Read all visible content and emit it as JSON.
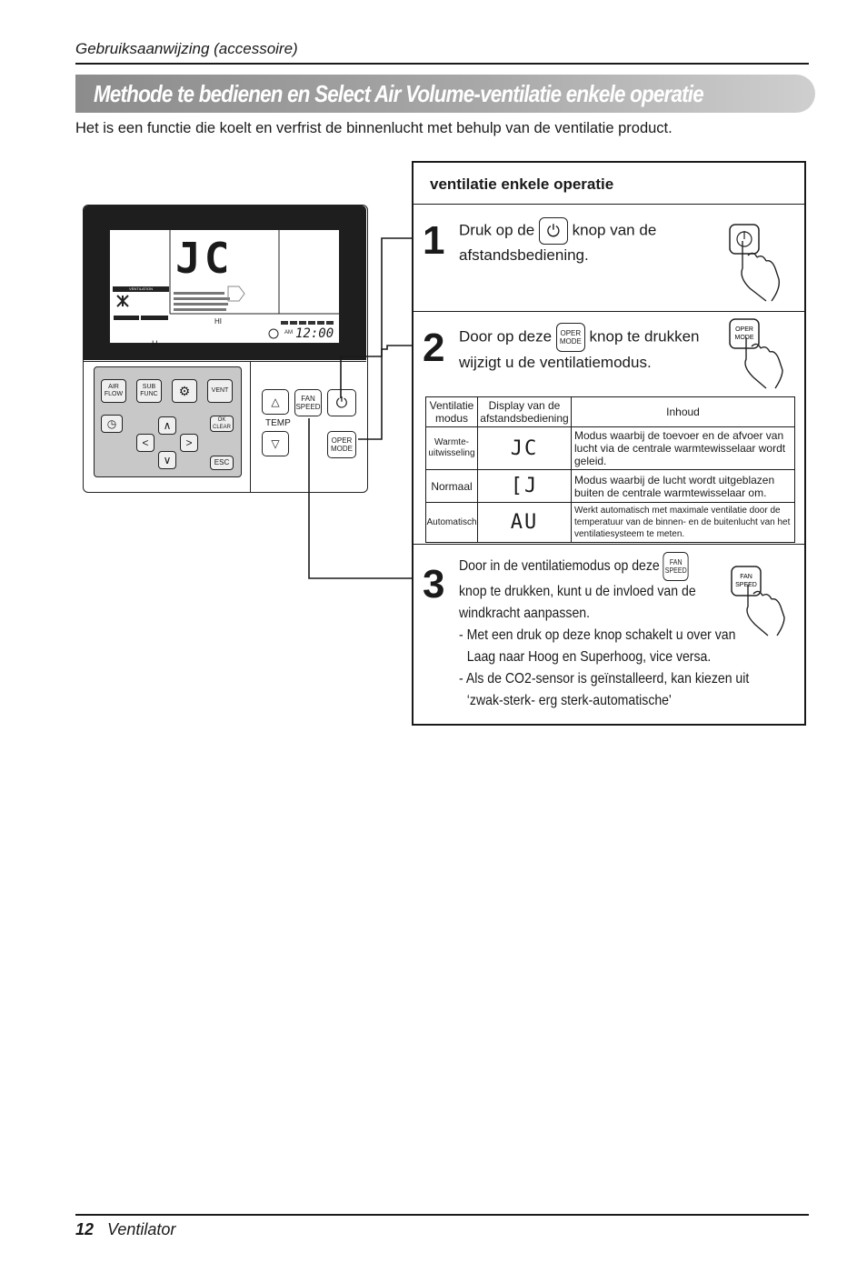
{
  "header": {
    "running_title": "Gebruiksaanwijzing (accessoire)"
  },
  "section": {
    "title": "Methode te bedienen en Select Air Volume-ventilatie enkele operatie",
    "intro": "Het is een functie die koelt en verfrist de binnenlucht met behulp van de ventilatie product."
  },
  "panel": {
    "heading": "ventilatie enkele operatie",
    "steps": [
      {
        "number": "1",
        "text_before": "Druk op de",
        "text_after": "knop van de",
        "text_line2": "afstandsbediening."
      },
      {
        "number": "2",
        "text_before": "Door op deze",
        "text_after": "knop te drukken",
        "text_line2": "wijzigt u de ventilatiemodus."
      },
      {
        "number": "3",
        "text_before": "Door in de ventilatiemodus op deze",
        "line2": "knop te drukken, kunt u de invloed van de",
        "line3": "windkracht aanpassen.",
        "bullet1a": "- Met een druk op deze knop schakelt u over van",
        "bullet1b": "Laag naar Hoog en Superhoog, vice versa.",
        "bullet2a": "- Als de CO2-sensor is geïnstalleerd, kan kiezen uit",
        "bullet2b": "‘zwak-sterk- erg sterk-automatische'"
      }
    ],
    "table": {
      "headers": [
        "Ventilatie modus",
        "Display van de afstandsbediening",
        "Inhoud"
      ],
      "rows": [
        {
          "mode": "Warmte-uitwisseling",
          "display": "JC",
          "content": "Modus waarbij de toevoer en de afvoer van lucht via de centrale warmtewisselaar wordt geleid."
        },
        {
          "mode": "Normaal",
          "display": "[J",
          "content": "Modus waarbij de lucht wordt uitgeblazen buiten de centrale warmtewisselaar om."
        },
        {
          "mode": "Automatisch",
          "display": "AU",
          "content": "Werkt automatisch met maximale ventilatie door de temperatuur van de binnen- en de buitenlucht van het ventilatiesysteem te meten."
        }
      ]
    }
  },
  "buttons": {
    "oper_mode": "OPER MODE",
    "fan_speed": "FAN SPEED"
  },
  "remote": {
    "lcd_big": "JC",
    "lcd_vent": "VENTILATION",
    "lcd_hi": "HI",
    "lcd_h": "H",
    "lcd_am": "AM",
    "lcd_clock": "12:00",
    "keys": {
      "air_flow": "AIR FLOW",
      "sub_func": "SUB FUNC",
      "settings": "⚙",
      "vent": "VENT",
      "timer": "◷",
      "up": "∧",
      "down": "∨",
      "left": "<",
      "right": ">",
      "ok_clear": "OK CLEAR",
      "esc": "ESC",
      "temp_up": "△",
      "temp_down": "▽",
      "temp": "TEMP",
      "fan_speed": "FAN SPEED",
      "power": "⏻",
      "oper_mode": "OPER MODE"
    }
  },
  "footer": {
    "page_number": "12",
    "section": "Ventilator"
  }
}
